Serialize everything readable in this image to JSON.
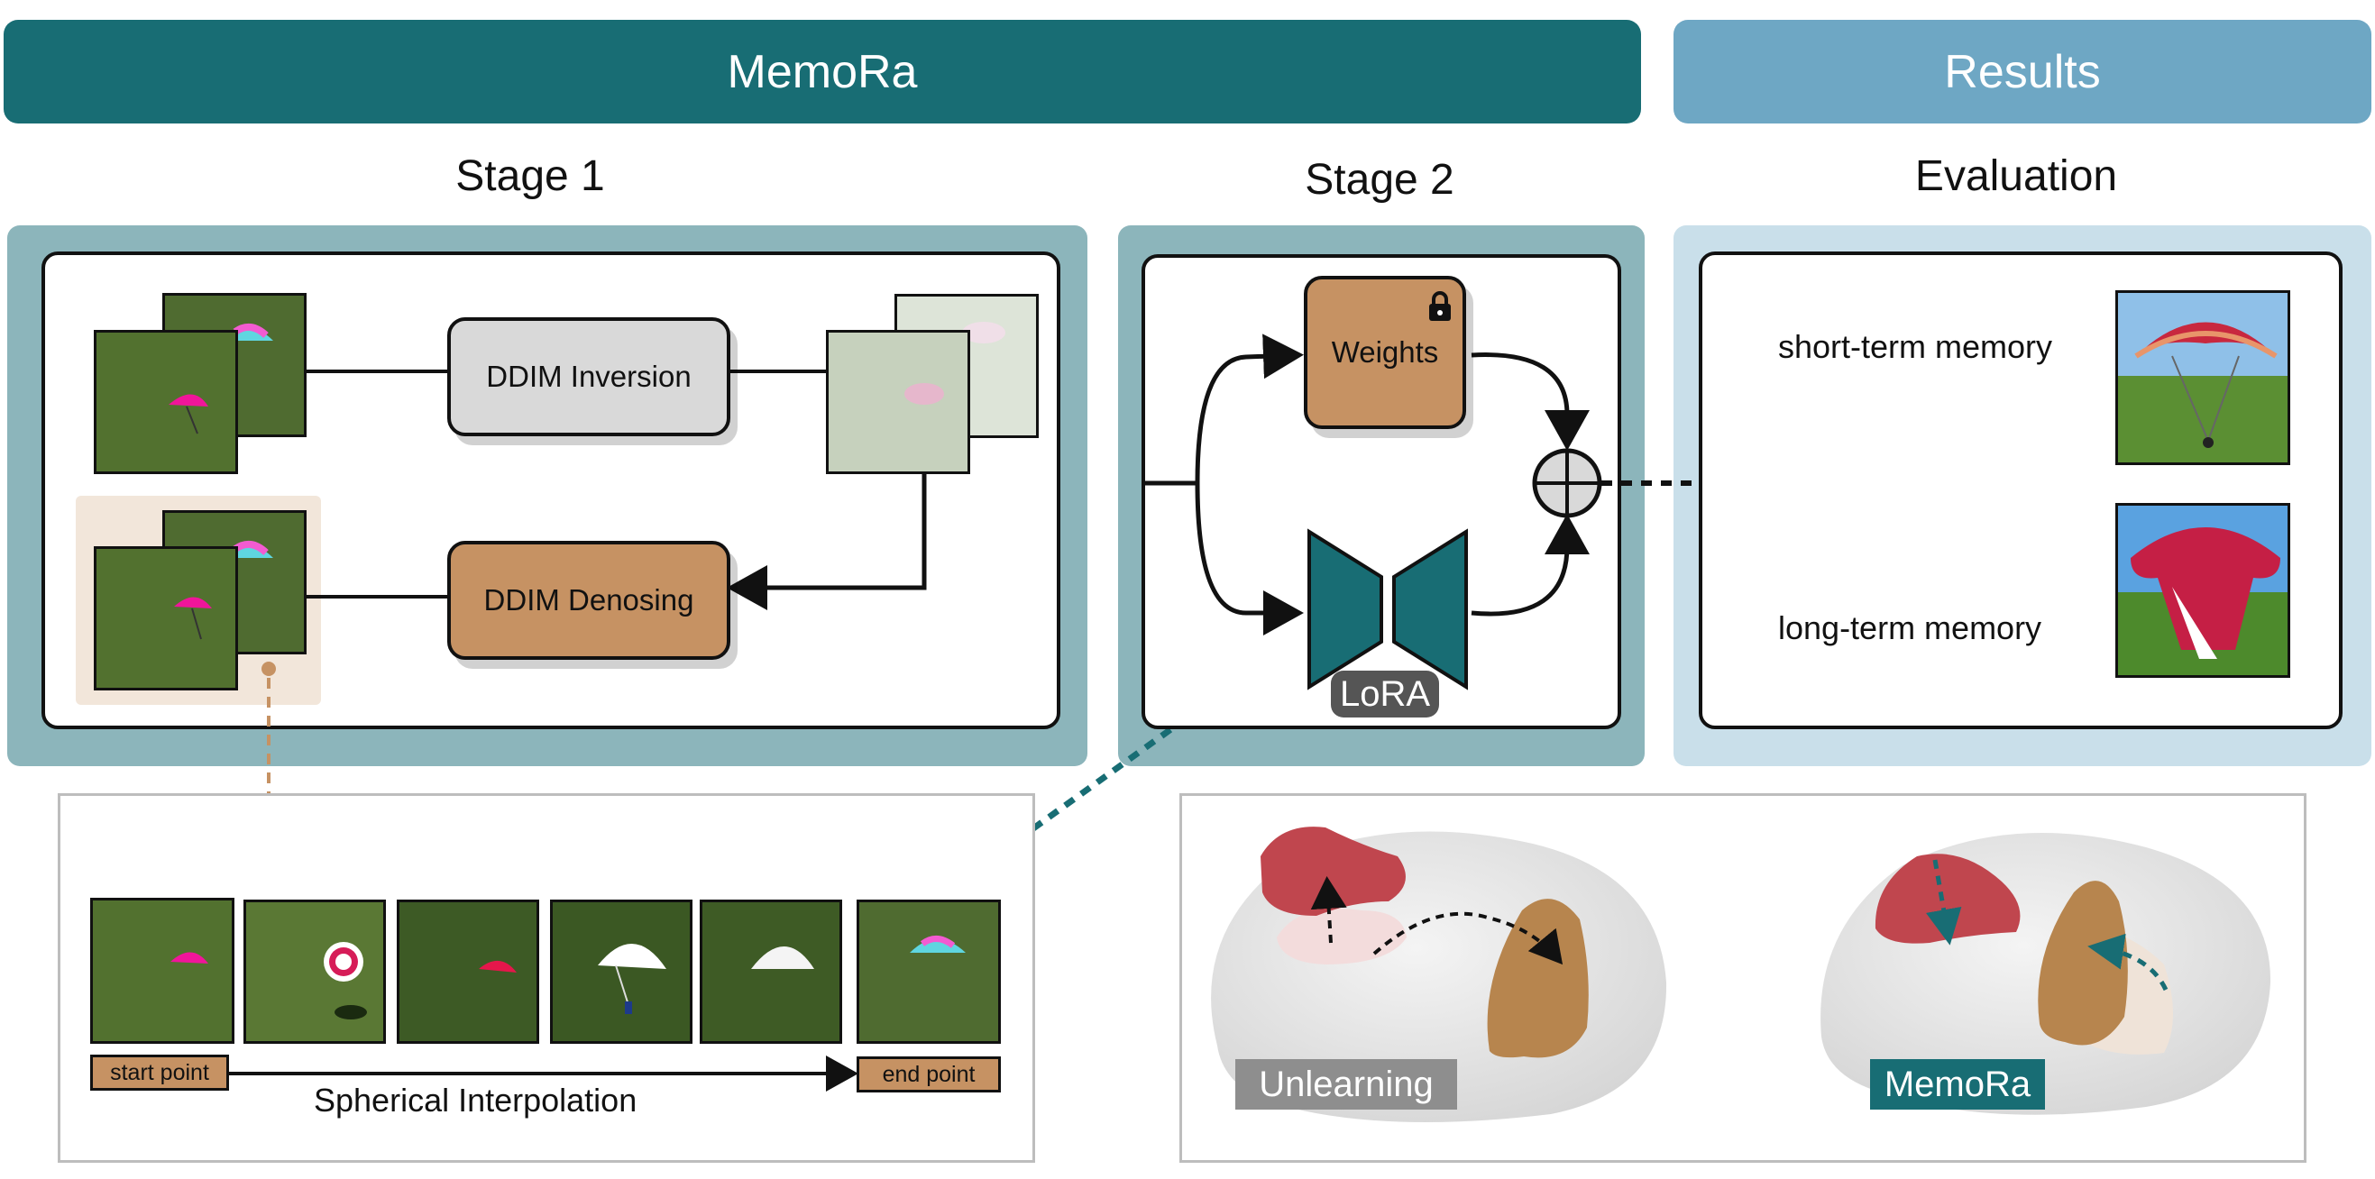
{
  "header": {
    "memora_title": "MemoRa",
    "results_title": "Results"
  },
  "stages": {
    "stage1": "Stage 1",
    "stage2": "Stage 2",
    "evaluation": "Evaluation"
  },
  "stage1": {
    "inversion_label": "DDIM Inversion",
    "denoising_label": "DDIM Denosing"
  },
  "stage2": {
    "weights_label": "Weights",
    "lora_label": "LoRA"
  },
  "evaluation": {
    "short_term": "short-term memory",
    "long_term": "long-term memory"
  },
  "interpolation": {
    "start_label": "start point",
    "end_label": "end point",
    "caption": "Spherical Interpolation"
  },
  "manifold": {
    "unlearning_label": "Unlearning",
    "memora_label": "MemoRa"
  },
  "colors": {
    "teal_dark": "#186d74",
    "teal_mid": "#8cb5bb",
    "blue_light": "#6ea7c4",
    "blue_pale": "#c9dfea",
    "tan": "#c69263",
    "red": "#c0464e",
    "grass": "#4f6e2f",
    "forest": "#3d5a25"
  }
}
